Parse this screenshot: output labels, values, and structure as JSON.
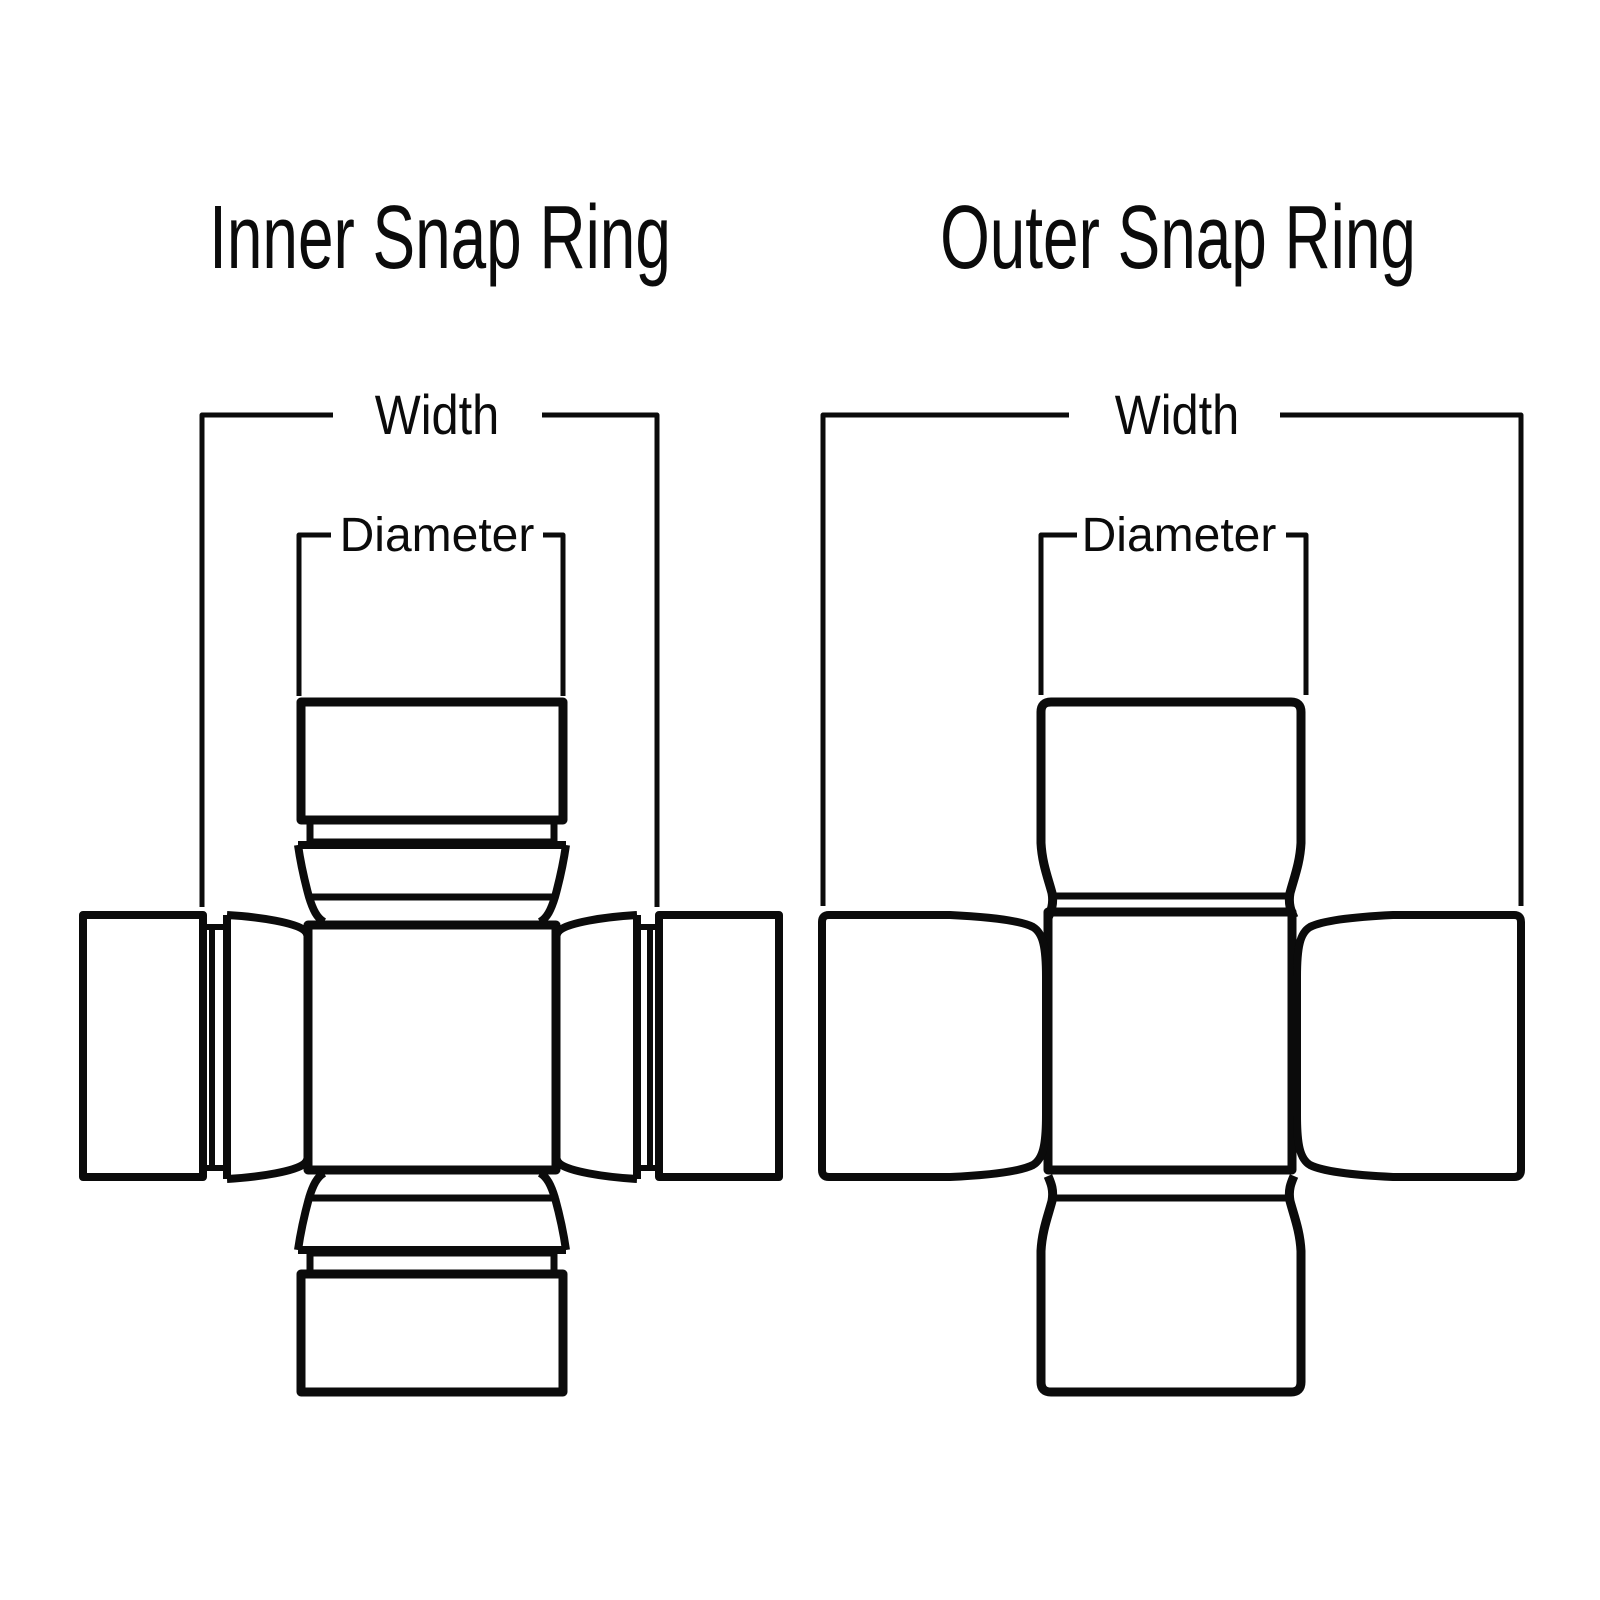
{
  "page": {
    "background": "#ffffff",
    "line_color": "#0b0b0b"
  },
  "diagrams": [
    {
      "title": "Inner Snap Ring",
      "width_label": "Width",
      "diameter_label": "Diameter"
    },
    {
      "title": "Outer Snap Ring",
      "width_label": "Width",
      "diameter_label": "Diameter"
    }
  ]
}
